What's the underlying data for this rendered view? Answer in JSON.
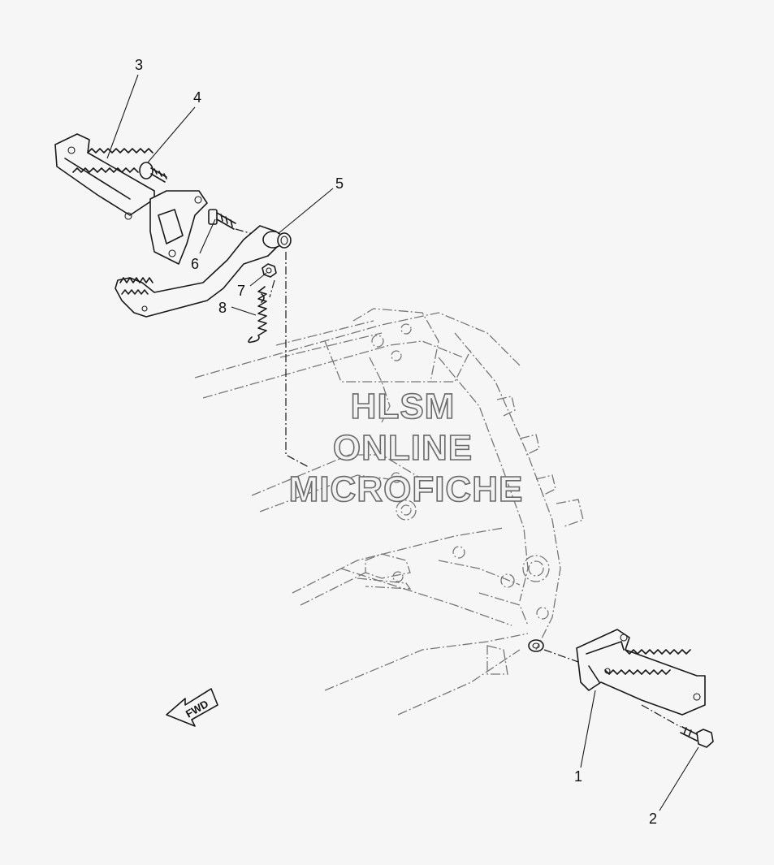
{
  "diagram": {
    "callouts": [
      {
        "id": "callout-1",
        "label": "1"
      },
      {
        "id": "callout-2",
        "label": "2"
      },
      {
        "id": "callout-3",
        "label": "3"
      },
      {
        "id": "callout-4",
        "label": "4"
      },
      {
        "id": "callout-5",
        "label": "5"
      },
      {
        "id": "callout-6",
        "label": "6"
      },
      {
        "id": "callout-7",
        "label": "7"
      },
      {
        "id": "callout-8",
        "label": "8"
      }
    ],
    "direction_arrow": "FWD",
    "watermark": [
      "HLSM",
      "ONLINE",
      "MICROFICHE"
    ]
  },
  "colors": {
    "background": "#f6f6f6",
    "line": "#1a1a1a",
    "frame_line": "#777777"
  }
}
